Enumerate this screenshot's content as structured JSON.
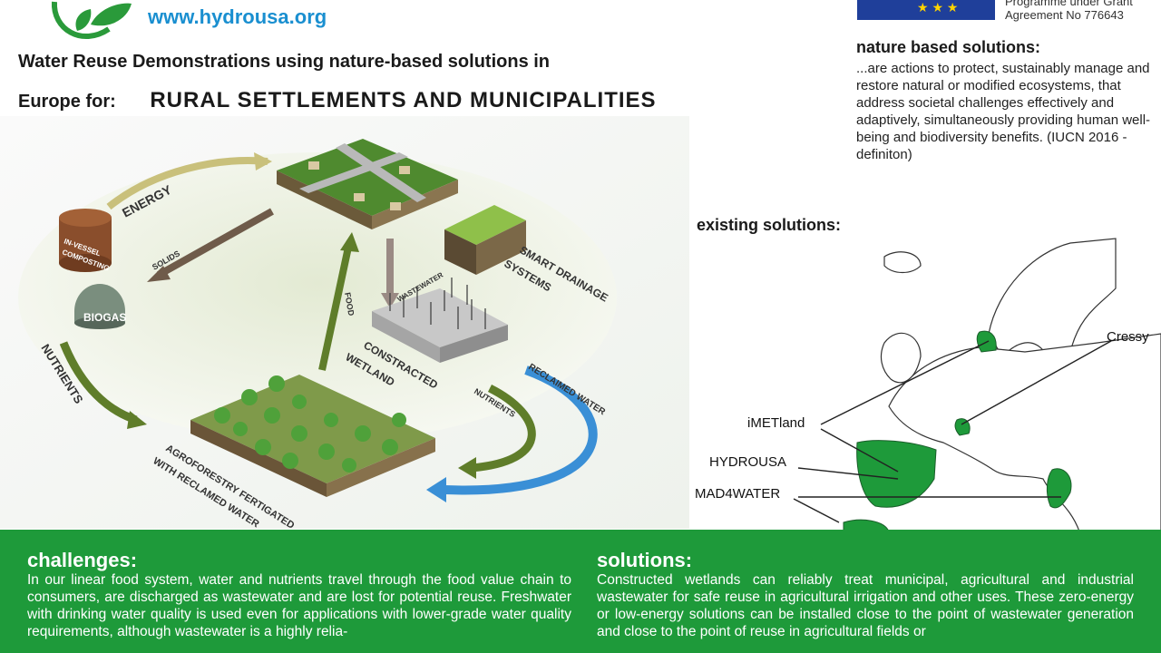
{
  "header": {
    "url": "www.hydrousa.org",
    "grant_line1": "Programme under Grant",
    "grant_line2": "Agreement No 776643"
  },
  "title": {
    "line1": "Water Reuse Demonstrations using nature-based solutions in",
    "line2_prefix": "Europe for:",
    "line2_highlight": "RURAL SETTLEMENTS AND MUNICIPALITIES"
  },
  "nature_based": {
    "heading": "nature based solutions:",
    "text": "...are actions to protect, sustainably manage and restore natural or modified ecosystems, that address societal challenges effectively and adaptively, simultaneously providing human well-being and biodiversity benefits.  (IUCN 2016 - definiton)"
  },
  "existing": {
    "heading": "existing solutions:",
    "labels": [
      "Cressy",
      "iMETland",
      "HYDROUSA",
      "MAD4WATER"
    ]
  },
  "diagram": {
    "labels": {
      "energy": "ENERGY",
      "composting_1": "IN-VESSEL",
      "composting_2": "COMPOSTING",
      "biogas": "BIOGAS",
      "solids": "SOLIDS",
      "nutrients_left": "NUTRIENTS",
      "food": "FOOD",
      "wastewater": "WASTEWATER",
      "smart_1": "SMART DRAINAGE",
      "smart_2": "SYSTEMS",
      "wetland_1": "CONSTRACTED",
      "wetland_2": "WETLAND",
      "reclaimed": "RECLAIMED WATER",
      "nutrients_right": "NUTRIENTS",
      "agro_1": "AGROFORESTRY FERTIGATED",
      "agro_2": "WITH RECLAMED WATER"
    }
  },
  "challenges": {
    "heading": "challenges:",
    "text": "In our linear food system, water and nutrients travel through the food value chain to consumers, are discharged as wastewater and are lost for potential reuse. Freshwater with drinking water quality is used even for applications with lower-grade water quality requirements, although wastewater is a highly relia-"
  },
  "solutions": {
    "heading": "solutions:",
    "text": "Constructed wetlands can reliably treat municipal, agricultural and industrial wastewater for safe reuse in agricultural irrigation and other uses. These zero-energy or low-energy solutions can be installed close to the point of wastewater generation and close to the point of reuse in agricultural fields or"
  },
  "colors": {
    "brand_green": "#1e9a3a",
    "url_blue": "#1a8fd0",
    "eu_blue": "#1f3f9a",
    "arrow_olive": "#5f7d2a",
    "arrow_blue": "#3a8fd6"
  }
}
